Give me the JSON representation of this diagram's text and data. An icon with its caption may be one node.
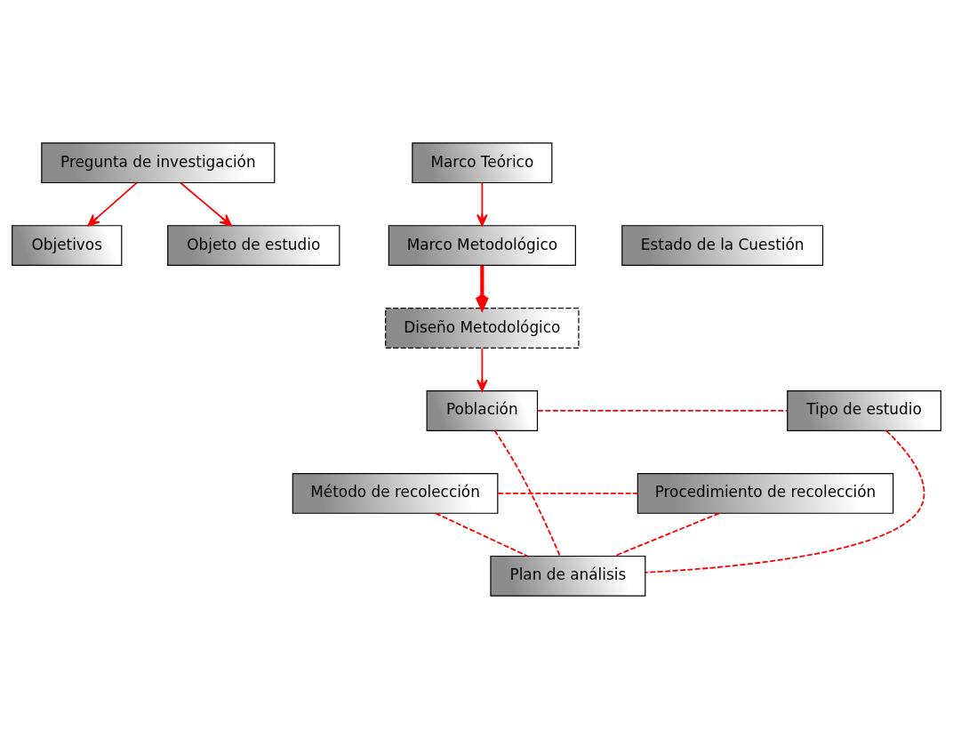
{
  "diagram": {
    "nodes": [
      {
        "text": [
          "Pregunta de investigación"
        ]
      },
      {
        "text": [
          "Objetivos"
        ]
      },
      {
        "text": [
          "Objeto de estudio"
        ]
      },
      {
        "text": [
          "Marco Teórico"
        ]
      },
      {
        "text": [
          "Marco Metodológico"
        ]
      },
      {
        "text": [
          "Estado de la Cuestión"
        ]
      },
      {
        "text": [
          "Diseño Metodológico"
        ]
      },
      {
        "text": [
          "Población"
        ]
      },
      {
        "text": [
          "Tipo de estudio"
        ]
      },
      {
        "text": [
          "Método de recolección"
        ]
      },
      {
        "text": [
          "Procedimiento de recolección"
        ]
      },
      {
        "text": [
          "Plan de análisis"
        ]
      }
    ],
    "edges": [
      {
        "from": 0,
        "to": 1,
        "arrow": "to"
      },
      {
        "from": 0,
        "to": 2,
        "arrow": "to"
      },
      {
        "from": 3,
        "to": 4,
        "arrow": "to"
      },
      {
        "from": 4,
        "to": 6,
        "arrow": "to",
        "style": "thick"
      },
      {
        "from": 6,
        "to": 7,
        "arrow": "to"
      },
      {
        "from": 7,
        "to": 8,
        "arrow": "none",
        "style": "dashed"
      },
      {
        "from": 9,
        "to": 10,
        "arrow": "none",
        "style": "dashed"
      },
      {
        "from": 7,
        "to": 11,
        "arrow": "none",
        "style": "dashed"
      },
      {
        "from": 8,
        "to": 11,
        "arrow": "none",
        "style": "dashed"
      },
      {
        "from": 9,
        "to": 11,
        "arrow": "none",
        "style": "dashed"
      },
      {
        "from": 10,
        "to": 11,
        "arrow": "none",
        "style": "dashed"
      }
    ]
  }
}
